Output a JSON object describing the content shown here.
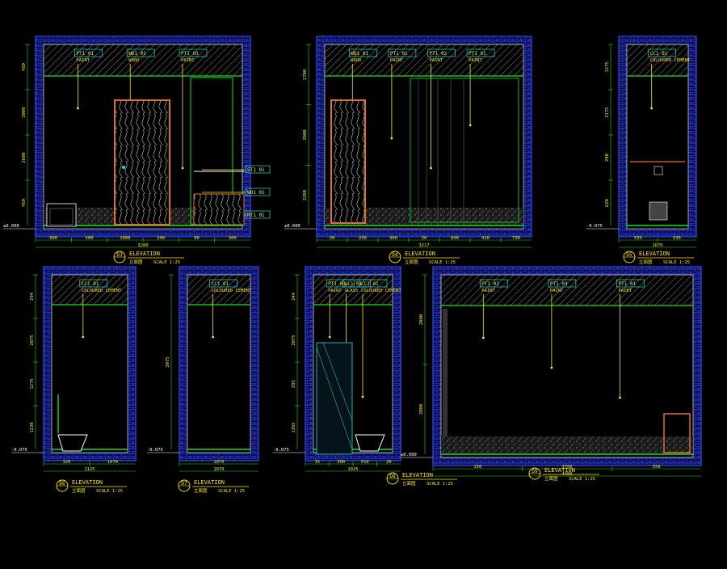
{
  "colors": {
    "background": "#000000",
    "wall": "#2f3fd8",
    "hatch": "#c8c8c8",
    "green": "#19e01f",
    "yellow": "#ffe619",
    "orange": "#e0702a",
    "cyan": "#20e0e0",
    "white": "#ffffff"
  },
  "elevations": [
    {
      "id": "D3",
      "title": "ELEVATION",
      "subtitle": "立面图",
      "scale": "SCALE 1:25",
      "tags": [
        "PT1 01",
        "WD1 01",
        "PT1 03"
      ],
      "tag_texts": [
        "PAINT",
        "WOOD",
        "PAINT"
      ],
      "side_tags": [
        "ST1 01",
        "WD1 01",
        "MT1 01"
      ],
      "dims_bottom": [
        "600",
        "500",
        "1000",
        "240",
        "60",
        "300"
      ],
      "dim_total": "3200",
      "dims_left": [
        "450",
        "2000",
        "2600",
        "450"
      ],
      "level": "±0.000"
    },
    {
      "id": "D4",
      "title": "ELEVATION",
      "subtitle": "立面图",
      "scale": "SCALE 1:25",
      "tags": [
        "WD1 01",
        "PT1 01",
        "PT1 02",
        "PT1 01"
      ],
      "tag_texts": [
        "WOOD",
        "PAINT",
        "PAINT",
        "PAINT"
      ],
      "dims_bottom": [
        "20",
        "250",
        "360",
        "20",
        "600",
        "410",
        "730"
      ],
      "dim_total": "3217",
      "dims_left": [
        "2700",
        "2000",
        "2200"
      ],
      "level": "±0.000"
    },
    {
      "id": "D5",
      "title": "ELEVATION",
      "subtitle": "立面图",
      "scale": "SCALE 1:25",
      "tags": [
        "CC1 01"
      ],
      "tag_texts": [
        "COLOURED CEMENT"
      ],
      "dims_bottom": [
        "535",
        "535"
      ],
      "dim_total": "1070",
      "dims_left": [
        "1275",
        "2175",
        "280",
        "620"
      ],
      "level": "-0.075"
    },
    {
      "id": "D6",
      "title": "ELEVATION",
      "subtitle": "立面图",
      "scale": "SCALE 1:25",
      "tags": [
        "CC1 01"
      ],
      "tag_texts": [
        "COLOURED CEMENT"
      ],
      "dims_bottom": [
        "120",
        "1070"
      ],
      "dim_total": "1125",
      "dims_left": [
        "294",
        "2075",
        "1275",
        "1220"
      ],
      "level": "-0.075"
    },
    {
      "id": "D7",
      "title": "ELEVATION",
      "subtitle": "立面图",
      "scale": "SCALE 1:25",
      "tags": [
        "CC1 01"
      ],
      "tag_texts": [
        "COLOURED CEMENT"
      ],
      "dims_bottom": [
        "1070"
      ],
      "dim_total": "1070",
      "dims_left": [
        "2075"
      ],
      "level": "-0.075"
    },
    {
      "id": "D8",
      "title": "ELEVATION",
      "subtitle": "立面图",
      "scale": "SCALE 1:25",
      "tags": [
        "PT1 01",
        "GL1 01",
        "CC1 01"
      ],
      "tag_texts": [
        "PAINT",
        "GLASS",
        "COLOURED CEMENT"
      ],
      "dims_bottom": [
        "15",
        "300",
        "510",
        "20"
      ],
      "dim_total": "1025",
      "dims_left": [
        "244",
        "2075",
        "295",
        "1265"
      ],
      "level": "-0.075"
    },
    {
      "id": "D9",
      "title": "ELEVATION",
      "subtitle": "立面图",
      "scale": "SCALE 1:25",
      "tags": [
        "PT1 01",
        "PT1 03",
        "PT1 01"
      ],
      "tag_texts": [
        "PAINT",
        "PAINT",
        "PAINT"
      ],
      "dims_bottom": [
        "150",
        "3700",
        "550"
      ],
      "dim_total": "4400",
      "dims_left": [
        "2000",
        "2800"
      ],
      "level": "±0.000"
    }
  ]
}
